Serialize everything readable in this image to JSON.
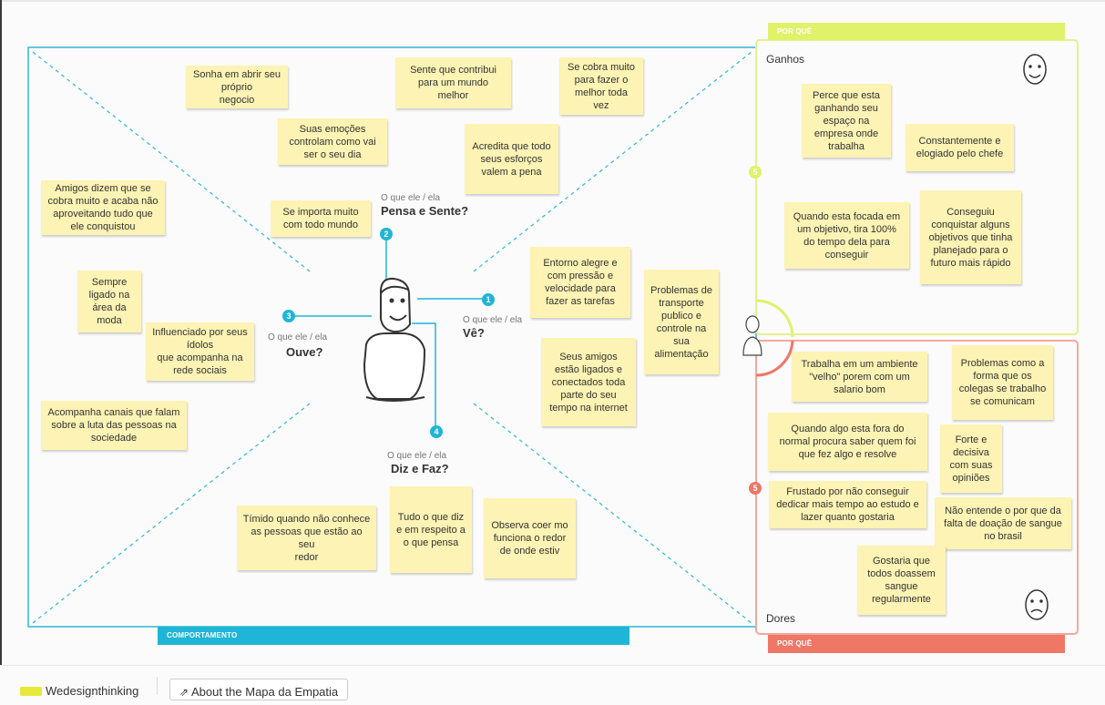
{
  "diagram": {
    "questions": {
      "pensa": {
        "small": "O que ele / ela",
        "big": "Pensa e Sente?",
        "num": "2"
      },
      "ve": {
        "small": "O que ele / ela",
        "big": "Vê?",
        "num": "1"
      },
      "ouve": {
        "small": "O que ele / ela",
        "big": "Ouve?",
        "num": "3"
      },
      "diz": {
        "small": "O que ele / ela",
        "big": "Diz e Faz?",
        "num": "4"
      }
    },
    "stickies": {
      "pensa": [
        "Sonha em abrir seu\npróprio\nnegocio",
        "Sente que contribui\npara um mundo\nmelhor",
        "Se cobra muito\npara fazer o\nmelhor toda\nvez",
        "Suas emoções\ncontrolam como vai\nser o seu dia",
        "Acredita que todo\nseus esforços\nvalem a pena",
        "Se importa muito\ncom todo mundo"
      ],
      "ve": [
        "Entorno alegre e\ncom pressão e\nvelocidade para\nfazer as tarefas",
        "Problemas de\ntransporte\npublico e\ncontrole na\nsua\nalimentação",
        "Seus amigos\nestão ligados e\nconectados toda\nparte do seu\ntempo na internet"
      ],
      "ouve": [
        "Amigos dizem que se\ncobra muito e acaba não\naproveitando tudo que\nele conquistou",
        "Sempre\nligado na\nárea da\nmoda",
        "Influenciado por seus\nídolos\nque acompanha na\nrede sociais",
        "Acompanha canais que falam\nsobre a luta das pessoas na\nsociedade"
      ],
      "diz": [
        "Tímido quando não conhece\nas pessoas que estão ao seu\nredor",
        "Tudo o que diz\ne em respeito a\no que pensa",
        "Observa coer mo\nfunciona o redor\nde onde estiv"
      ],
      "ganhos": [
        "Perce que esta\nganhando seu\nespaço na\nempresa onde\ntrabalha",
        "Constantemente e\nelogiado pelo chefe",
        "Quando esta focada em\num objetivo, tira 100%\ndo tempo dela para\nconseguir",
        "Conseguiu\nconquistar alguns\nobjetivos que tinha\nplanejado para o\nfuturo mais rápido"
      ],
      "dores": [
        "Trabalha em um ambiente\n\"velho\" porem com um\nsalario bom",
        "Problemas como a\nforma que os\ncolegas se trabalho\nse comunicam",
        "Quando algo esta fora do\nnormal procura saber quem foi\nque fez algo e resolve",
        "Forte e\ndecisiva\ncom suas\nopiniões",
        "Frustado por não conseguir\ndedicar mais tempo ao estudo e\nlazer quanto gostaria",
        "Não entende o por que da\nfalta de doação de sangue\nno brasil",
        "Gostaria que\ntodos doassem\nsangue\nregularmente"
      ]
    },
    "panels": {
      "ganhos_title": "Ganhos",
      "dores_title": "Dores",
      "porque_top": "POR QUÊ",
      "porque_bottom": "POR QUÊ",
      "comportamento": "COMPORTAMENTO",
      "ganhos_num": "5",
      "dores_num": "5"
    },
    "colors": {
      "blue": "#1fb5d6",
      "green": "#dff26a",
      "green_border": "#e4f08e",
      "red": "#ef7766",
      "red_border": "#f2a89d",
      "sticky": "#fdf3b4"
    }
  },
  "footer": {
    "brand": "Wedesignthinking",
    "button": "About the Mapa da Empatia",
    "button_icon": "external-link-icon"
  }
}
